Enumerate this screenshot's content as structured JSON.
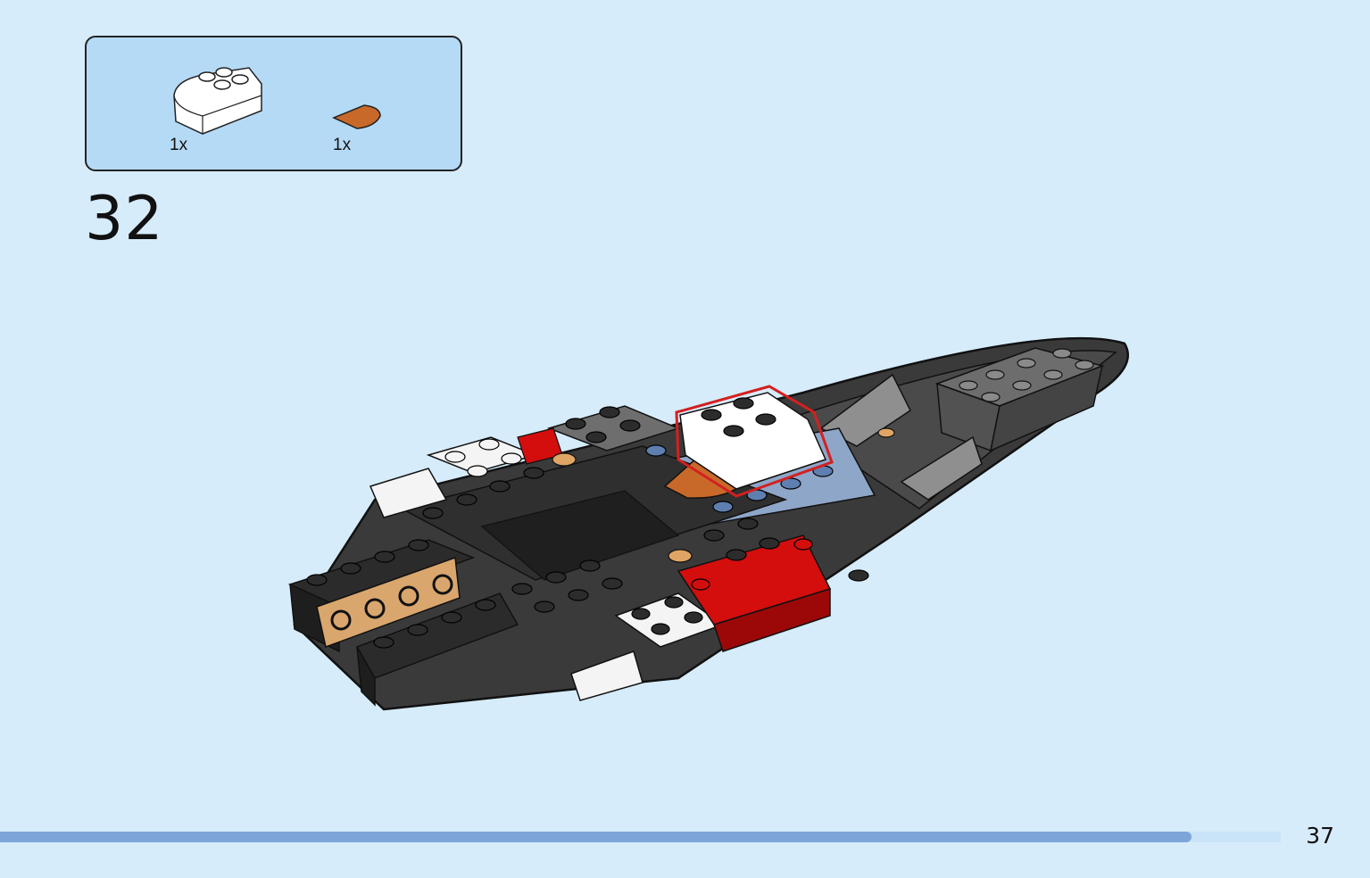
{
  "parts_list": {
    "items": [
      {
        "name": "white-curved-brick-icon",
        "quantity": "1x",
        "color": "#ffffff"
      },
      {
        "name": "orange-round-tile-icon",
        "quantity": "1x",
        "color": "#c8692a"
      }
    ]
  },
  "step": {
    "number": "32"
  },
  "page": {
    "number": "37",
    "progress": 0.93
  },
  "colors": {
    "background": "#d6ecfb",
    "parts_box": "#b5daf6",
    "progress": "#7ea5d8",
    "highlight": "#d42020"
  }
}
